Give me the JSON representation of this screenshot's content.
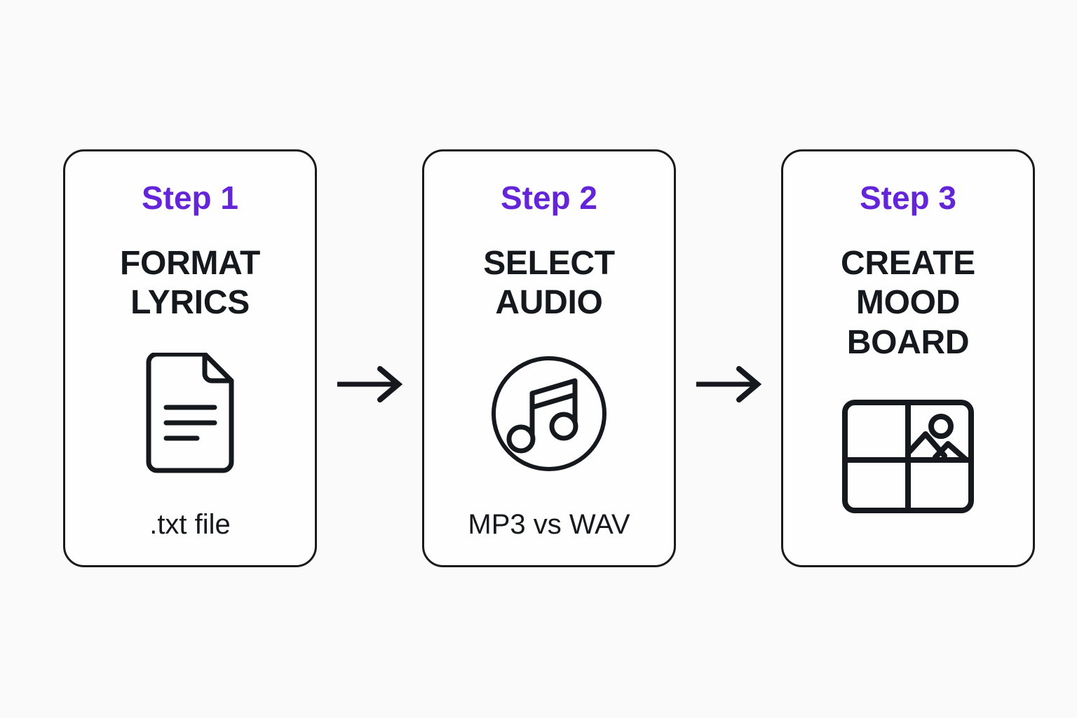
{
  "diagram": {
    "background_color": "#fafafa",
    "accent_color": "#6425d8",
    "ink_color": "#15181c",
    "title": "",
    "connector": "arrow-right"
  },
  "steps": [
    {
      "step_label": "Step 1",
      "title": "FORMAT LYRICS",
      "title_lines": [
        "FORMAT",
        "LYRICS"
      ],
      "icon": "document-icon",
      "caption": ".txt file"
    },
    {
      "step_label": "Step 2",
      "title": "SELECT AUDIO",
      "title_lines": [
        "SELECT",
        "AUDIO"
      ],
      "icon": "music-note-circle-icon",
      "caption": "MP3 vs WAV"
    },
    {
      "step_label": "Step 3",
      "title": "CREATE MOOD BOARD",
      "title_lines": [
        "CREATE",
        "MOOD",
        "BOARD"
      ],
      "icon": "mood-board-icon",
      "caption": ""
    }
  ],
  "arrows": [
    {
      "name": "arrow-step1-to-step2",
      "direction": "right"
    },
    {
      "name": "arrow-step2-to-step3",
      "direction": "right"
    }
  ]
}
